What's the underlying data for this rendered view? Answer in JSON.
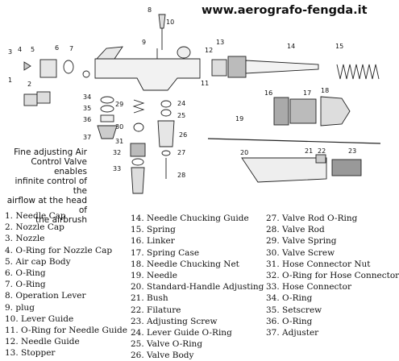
{
  "header": {
    "website": "www.aerografo-fengda.it"
  },
  "note": {
    "lines": [
      "Fine adjusting Air",
      "Control Valve enables",
      "infinite control of the",
      "airflow at the head of",
      "the airbrush"
    ]
  },
  "callouts": [
    "1",
    "2",
    "3",
    "4",
    "5",
    "6",
    "7",
    "8",
    "9",
    "10",
    "11",
    "12",
    "13",
    "14",
    "15",
    "16",
    "17",
    "18",
    "19",
    "20",
    "21",
    "22",
    "23",
    "24",
    "25",
    "26",
    "27",
    "28",
    "29",
    "30",
    "31",
    "32",
    "33",
    "34",
    "35",
    "36",
    "37"
  ],
  "legend": {
    "col1": [
      "1. Needle Cap",
      "2. Nozzle Cap",
      "3. Nozzle",
      "4. O-Ring for Nozzle Cap",
      "5. Air cap Body",
      "6. O-Ring",
      "7. O-Ring",
      "8. Operation Lever",
      "9. plug",
      "10. Lever Guide",
      "11. O-Ring for Needle Guide",
      "12. Needle Guide",
      "13. Stopper"
    ],
    "col2": [
      "14. Needle Chucking Guide",
      "15. Spring",
      "16. Linker",
      "17. Spring Case",
      "18. Needle Chucking Net",
      "19. Needle",
      "20. Standard-Handle Adjusting",
      "21. Bush",
      "22. Filature",
      "23. Adjusting Screw",
      "24. Lever Guide O-Ring",
      "25. Valve O-Ring",
      "26. Valve Body"
    ],
    "col3": [
      "27. Valve Rod O-Ring",
      "28. Valve Rod",
      "29. Valve Spring",
      "30. Valve Screw",
      "31. Hose Connector Nut",
      "32. O-Ring for Hose Connector",
      "33. Hose Connector",
      "34. O-Ring",
      "35. Setscrew",
      "36. O-Ring",
      "37. Adjuster"
    ]
  }
}
